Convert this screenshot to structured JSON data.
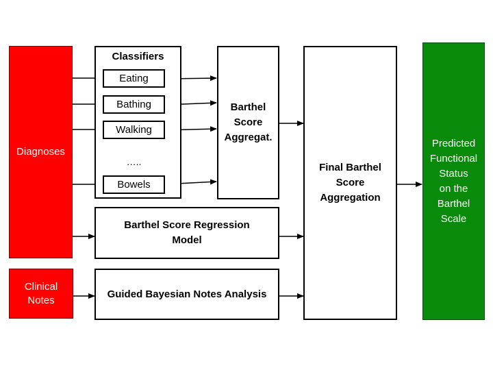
{
  "inputs": {
    "diagnoses": "Diagnoses",
    "clinical_notes": "Clinical\nNotes"
  },
  "classifiers": {
    "title": "Classifiers",
    "items": [
      "Eating",
      "Bathing",
      "Walking",
      "Bowels"
    ],
    "ellipsis": "….."
  },
  "aggregator": "Barthel\nScore\nAggregat.",
  "regression": "Barthel Score Regression\nModel",
  "notes_analysis": "Guided Bayesian Notes Analysis",
  "final": "Final Barthel\nScore\nAggregation",
  "output": "Predicted\nFunctional\nStatus\non the\nBarthel\nScale",
  "colors": {
    "input": "#ff0000",
    "output": "#0a8a0a"
  }
}
